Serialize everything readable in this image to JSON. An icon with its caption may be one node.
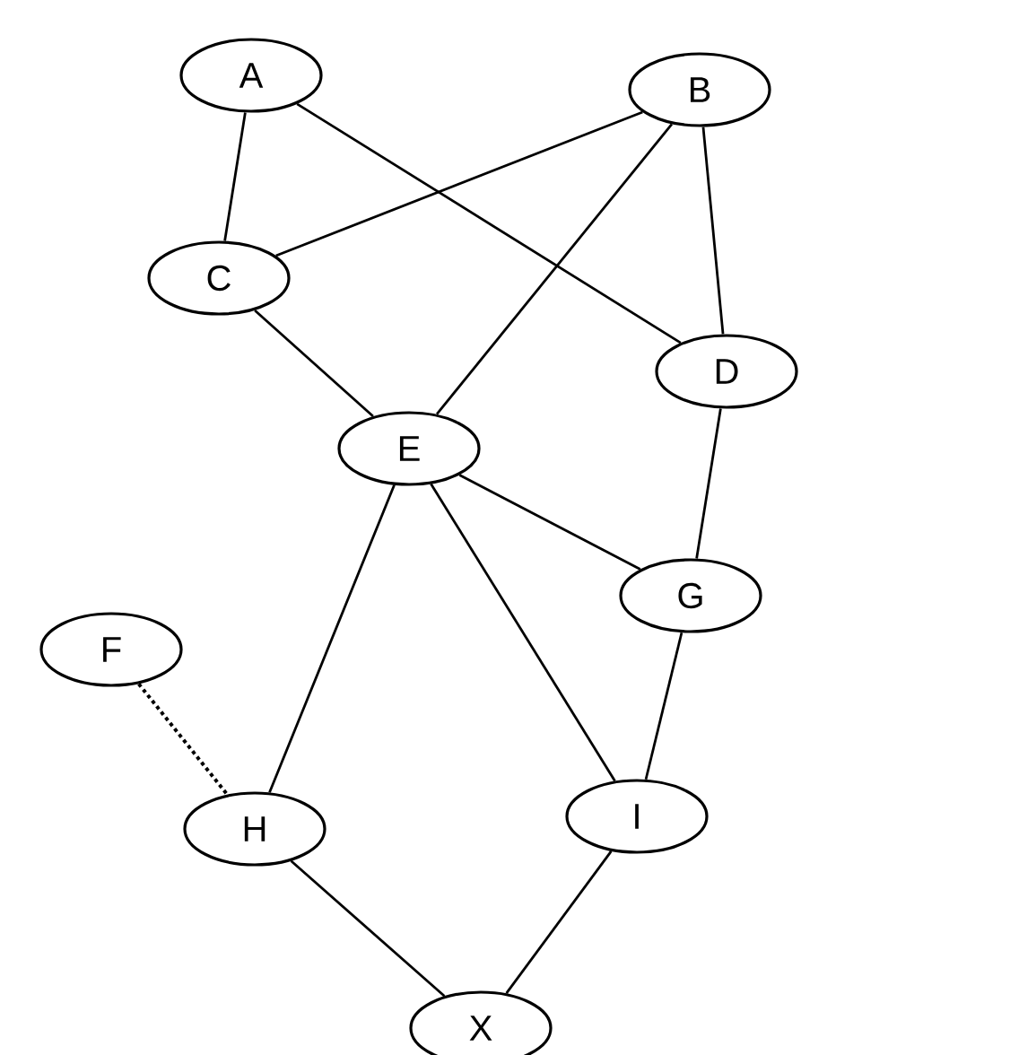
{
  "diagram": {
    "nodes": [
      {
        "text": [
          "A"
        ]
      },
      {
        "text": [
          "B"
        ]
      },
      {
        "text": [
          "C"
        ]
      },
      {
        "text": [
          "D"
        ]
      },
      {
        "text": [
          "E"
        ]
      },
      {
        "text": [
          "G"
        ]
      },
      {
        "text": [
          "F"
        ]
      },
      {
        "text": [
          "H"
        ]
      },
      {
        "text": [
          "I"
        ]
      },
      {
        "text": [
          "X"
        ]
      }
    ],
    "edges": [
      {
        "from": 0,
        "to": 2,
        "arrow": "none"
      },
      {
        "from": 0,
        "to": 3,
        "arrow": "none"
      },
      {
        "from": 1,
        "to": 2,
        "arrow": "none"
      },
      {
        "from": 1,
        "to": 4,
        "arrow": "none"
      },
      {
        "from": 1,
        "to": 3,
        "arrow": "none"
      },
      {
        "from": 2,
        "to": 4,
        "arrow": "none"
      },
      {
        "from": 3,
        "to": 5,
        "arrow": "none"
      },
      {
        "from": 4,
        "to": 5,
        "arrow": "none"
      },
      {
        "from": 4,
        "to": 7,
        "arrow": "none"
      },
      {
        "from": 4,
        "to": 8,
        "arrow": "none"
      },
      {
        "from": 5,
        "to": 8,
        "arrow": "none"
      },
      {
        "from": 6,
        "to": 7,
        "arrow": "none",
        "style": "dashed"
      },
      {
        "from": 7,
        "to": 9,
        "arrow": "none"
      },
      {
        "from": 8,
        "to": 9,
        "arrow": "none"
      }
    ]
  }
}
